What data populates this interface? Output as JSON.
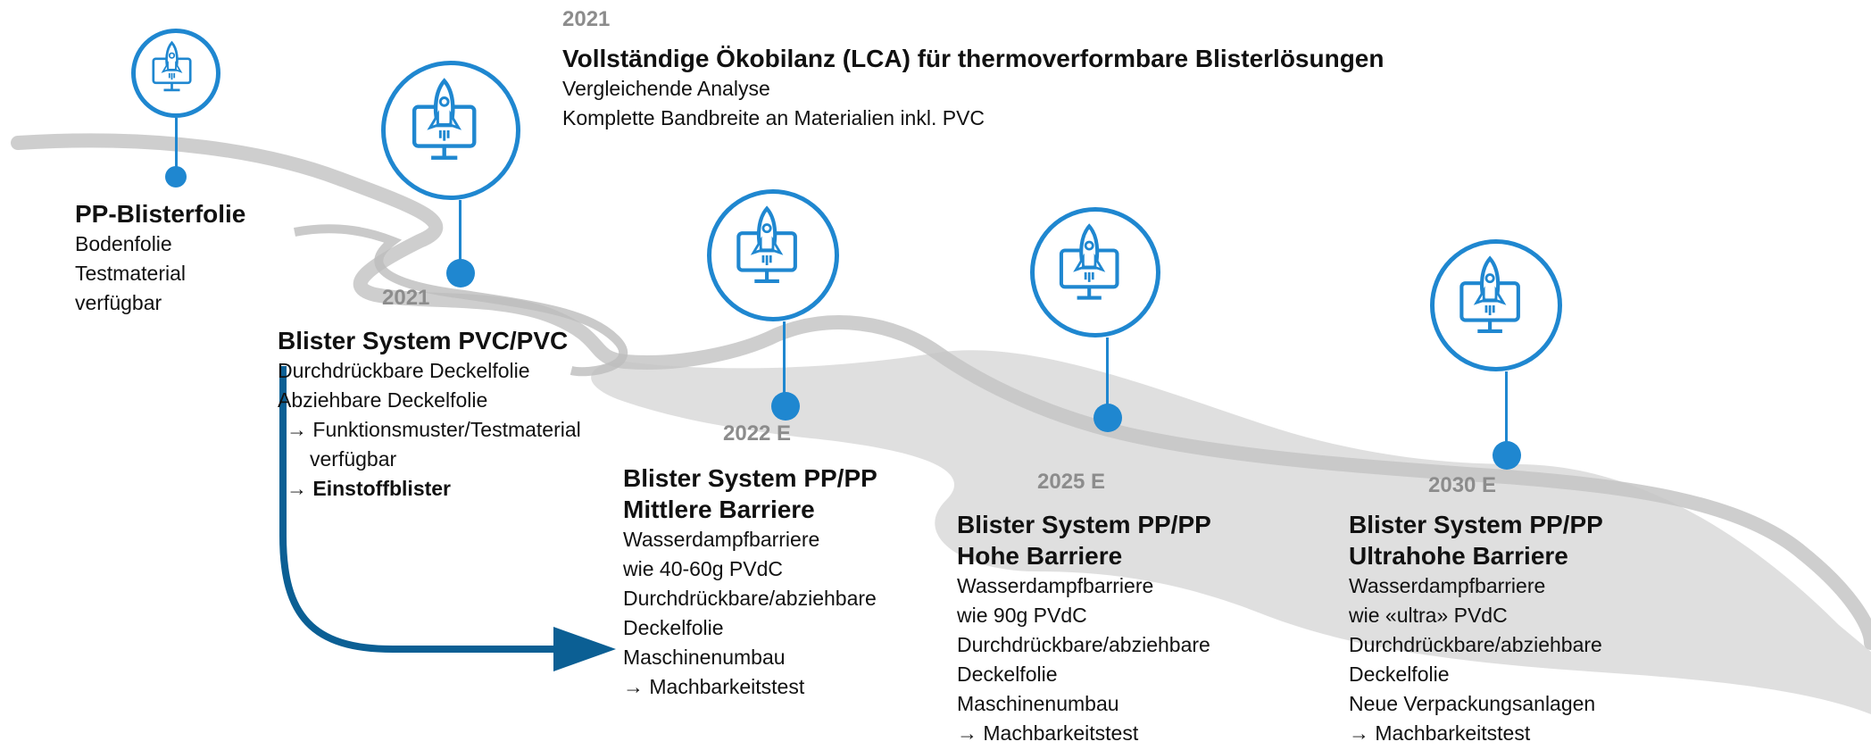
{
  "colors": {
    "accent": "#1f87d0",
    "road": "#bdbdbd",
    "arrow": "#0b5f94",
    "year": "#8c8c8c"
  },
  "icons": [
    "rocket-monitor-icon"
  ],
  "milestones": {
    "pp_folie": {
      "title": "PP-Blisterfolie",
      "lines": [
        "Bodenfolie",
        "Testmaterial",
        "verfügbar"
      ]
    },
    "lca": {
      "year": "2021",
      "title": "Vollständige Ökobilanz (LCA) für thermoverformbare Blisterlösungen",
      "lines": [
        "Vergleichende Analyse",
        "Komplette Bandbreite an Materialien inkl. PVC"
      ]
    },
    "pvc": {
      "year": "2021",
      "title": "Blister System PVC/PVC",
      "lines": [
        "Durchdrückbare Deckelfolie",
        "Abziehbare Deckelfolie"
      ],
      "arrow_line_1": "→ Funktionsmuster/Testmaterial",
      "arrow_line_1b": "verfügbar",
      "arrow_line_2": "→ Einstoffblister"
    },
    "pp2022": {
      "year": "2022 E",
      "title_1": "Blister System PP/PP",
      "title_2": "Mittlere Barriere",
      "lines": [
        "Wasserdampfbarriere",
        "wie 40-60g PVdC",
        "Durchdrückbare/abziehbare",
        "Deckelfolie",
        "Maschinenumbau",
        "→ Machbarkeitstest"
      ]
    },
    "pp2025": {
      "year": "2025 E",
      "title_1": "Blister System PP/PP",
      "title_2": "Hohe Barriere",
      "lines": [
        "Wasserdampfbarriere",
        "wie 90g PVdC",
        "Durchdrückbare/abziehbare",
        "Deckelfolie",
        "Maschinenumbau",
        "→ Machbarkeitstest"
      ]
    },
    "pp2030": {
      "year": "2030 E",
      "title_1": "Blister System PP/PP",
      "title_2": "Ultrahohe Barriere",
      "lines": [
        "Wasserdampfbarriere",
        "wie «ultra» PVdC",
        "Durchdrückbare/abziehbare",
        "Deckelfolie",
        "Neue Verpackungsanlagen",
        "→ Machbarkeitstest"
      ]
    }
  }
}
